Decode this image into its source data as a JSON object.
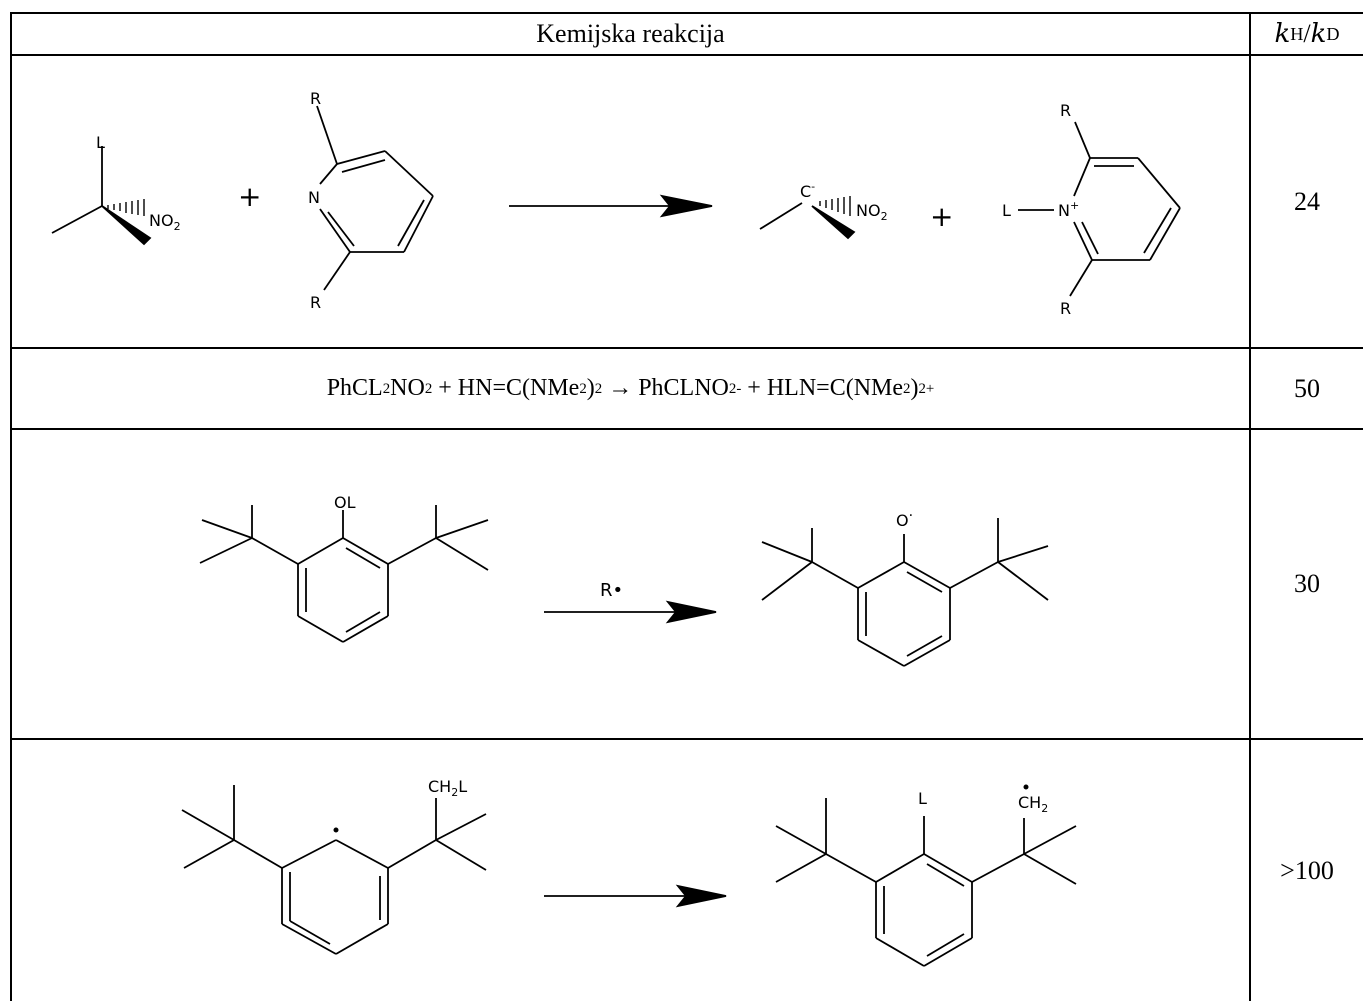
{
  "header": {
    "reaction_col": "Kemijska reakcija",
    "ratio_col": {
      "k": "k",
      "h_sub": "H",
      "slash": "/",
      "d_sub": "D"
    }
  },
  "rows": [
    {
      "ratio": "24",
      "labels": {
        "L": "L",
        "NO2_N": "NO",
        "NO2_sub": "2",
        "plus1": "+",
        "R_top": "R",
        "N": "N",
        "R_bottom": "R",
        "C_minus": "C",
        "minus": "-",
        "NO2_N_b": "NO",
        "NO2_sub_b": "2",
        "plus2": "+",
        "L_b": "L",
        "N_plus": "N",
        "plus_charge": "+",
        "R_top_b": "R",
        "R_bottom_b": "R"
      }
    },
    {
      "ratio": "50",
      "equation": {
        "p1": "PhCL",
        "s1": "2",
        "p2": "NO",
        "s2": "2",
        "p3": " + HN=C(NMe",
        "s3": "2",
        "p4": ")",
        "s4": "2",
        "p5": " → PhCLNO",
        "s5": "2",
        "sup5": "-",
        "p6": " + HLN=C(NMe",
        "s6": "2",
        "p7": ")",
        "s7": "2",
        "sup7": "+"
      }
    },
    {
      "ratio": "30",
      "labels": {
        "OL": "OL",
        "R_dot": "R•",
        "O_rad": "O",
        "dot": "·"
      }
    },
    {
      "ratio": ">100",
      "labels": {
        "CH2L_C": "CH",
        "CH2L_sub": "2",
        "CH2L_L": "L",
        "L_sub": "L",
        "CH2_C": "CH",
        "CH2_sub": "2"
      }
    }
  ]
}
